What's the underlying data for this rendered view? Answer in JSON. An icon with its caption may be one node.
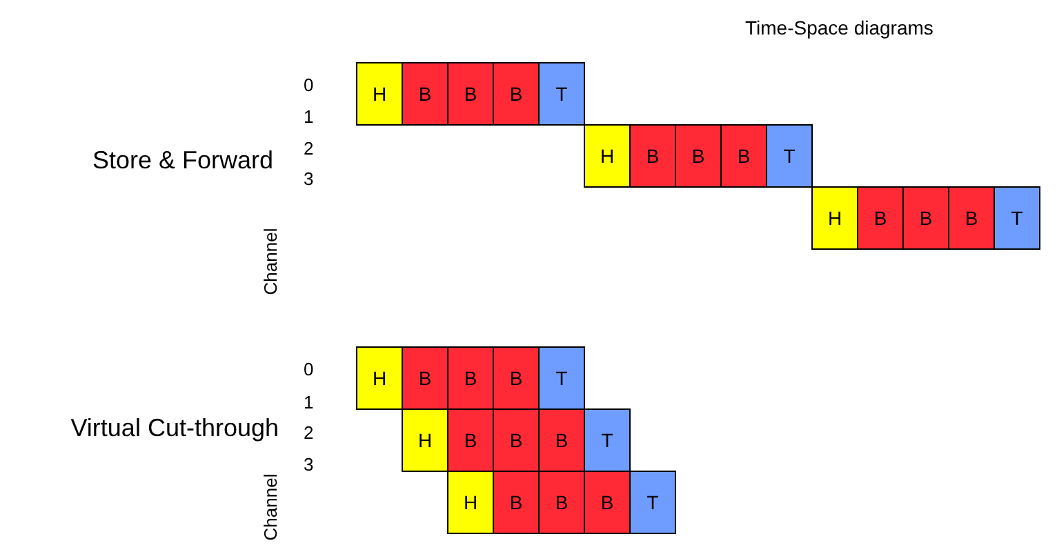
{
  "diagram": {
    "title": "Time-Space diagrams",
    "nodes": [
      {
        "text": [
          "H"
        ]
      },
      {
        "text": [
          "B"
        ]
      },
      {
        "text": [
          "B"
        ]
      },
      {
        "text": [
          "B"
        ]
      },
      {
        "text": [
          "T"
        ]
      },
      {
        "text": [
          "H"
        ]
      },
      {
        "text": [
          "B"
        ]
      },
      {
        "text": [
          "B"
        ]
      },
      {
        "text": [
          "B"
        ]
      },
      {
        "text": [
          "T"
        ]
      },
      {
        "text": [
          "H"
        ]
      },
      {
        "text": [
          "B"
        ]
      },
      {
        "text": [
          "B"
        ]
      },
      {
        "text": [
          "B"
        ]
      },
      {
        "text": [
          "T"
        ]
      },
      {
        "text": [
          "H"
        ]
      },
      {
        "text": [
          "B"
        ]
      },
      {
        "text": [
          "B"
        ]
      },
      {
        "text": [
          "B"
        ]
      },
      {
        "text": [
          "T"
        ]
      },
      {
        "text": [
          "H"
        ]
      },
      {
        "text": [
          "B"
        ]
      },
      {
        "text": [
          "B"
        ]
      },
      {
        "text": [
          "B"
        ]
      },
      {
        "text": [
          "T"
        ]
      },
      {
        "text": [
          "H"
        ]
      },
      {
        "text": [
          "B"
        ]
      },
      {
        "text": [
          "B"
        ]
      },
      {
        "text": [
          "B"
        ]
      },
      {
        "text": [
          "T"
        ]
      }
    ],
    "labels": [
      "0",
      "1",
      "Store & Forward",
      "2",
      "3",
      "Channel",
      "0",
      "1",
      "Virtual Cut-through",
      "2",
      "3",
      "Channel"
    ]
  }
}
